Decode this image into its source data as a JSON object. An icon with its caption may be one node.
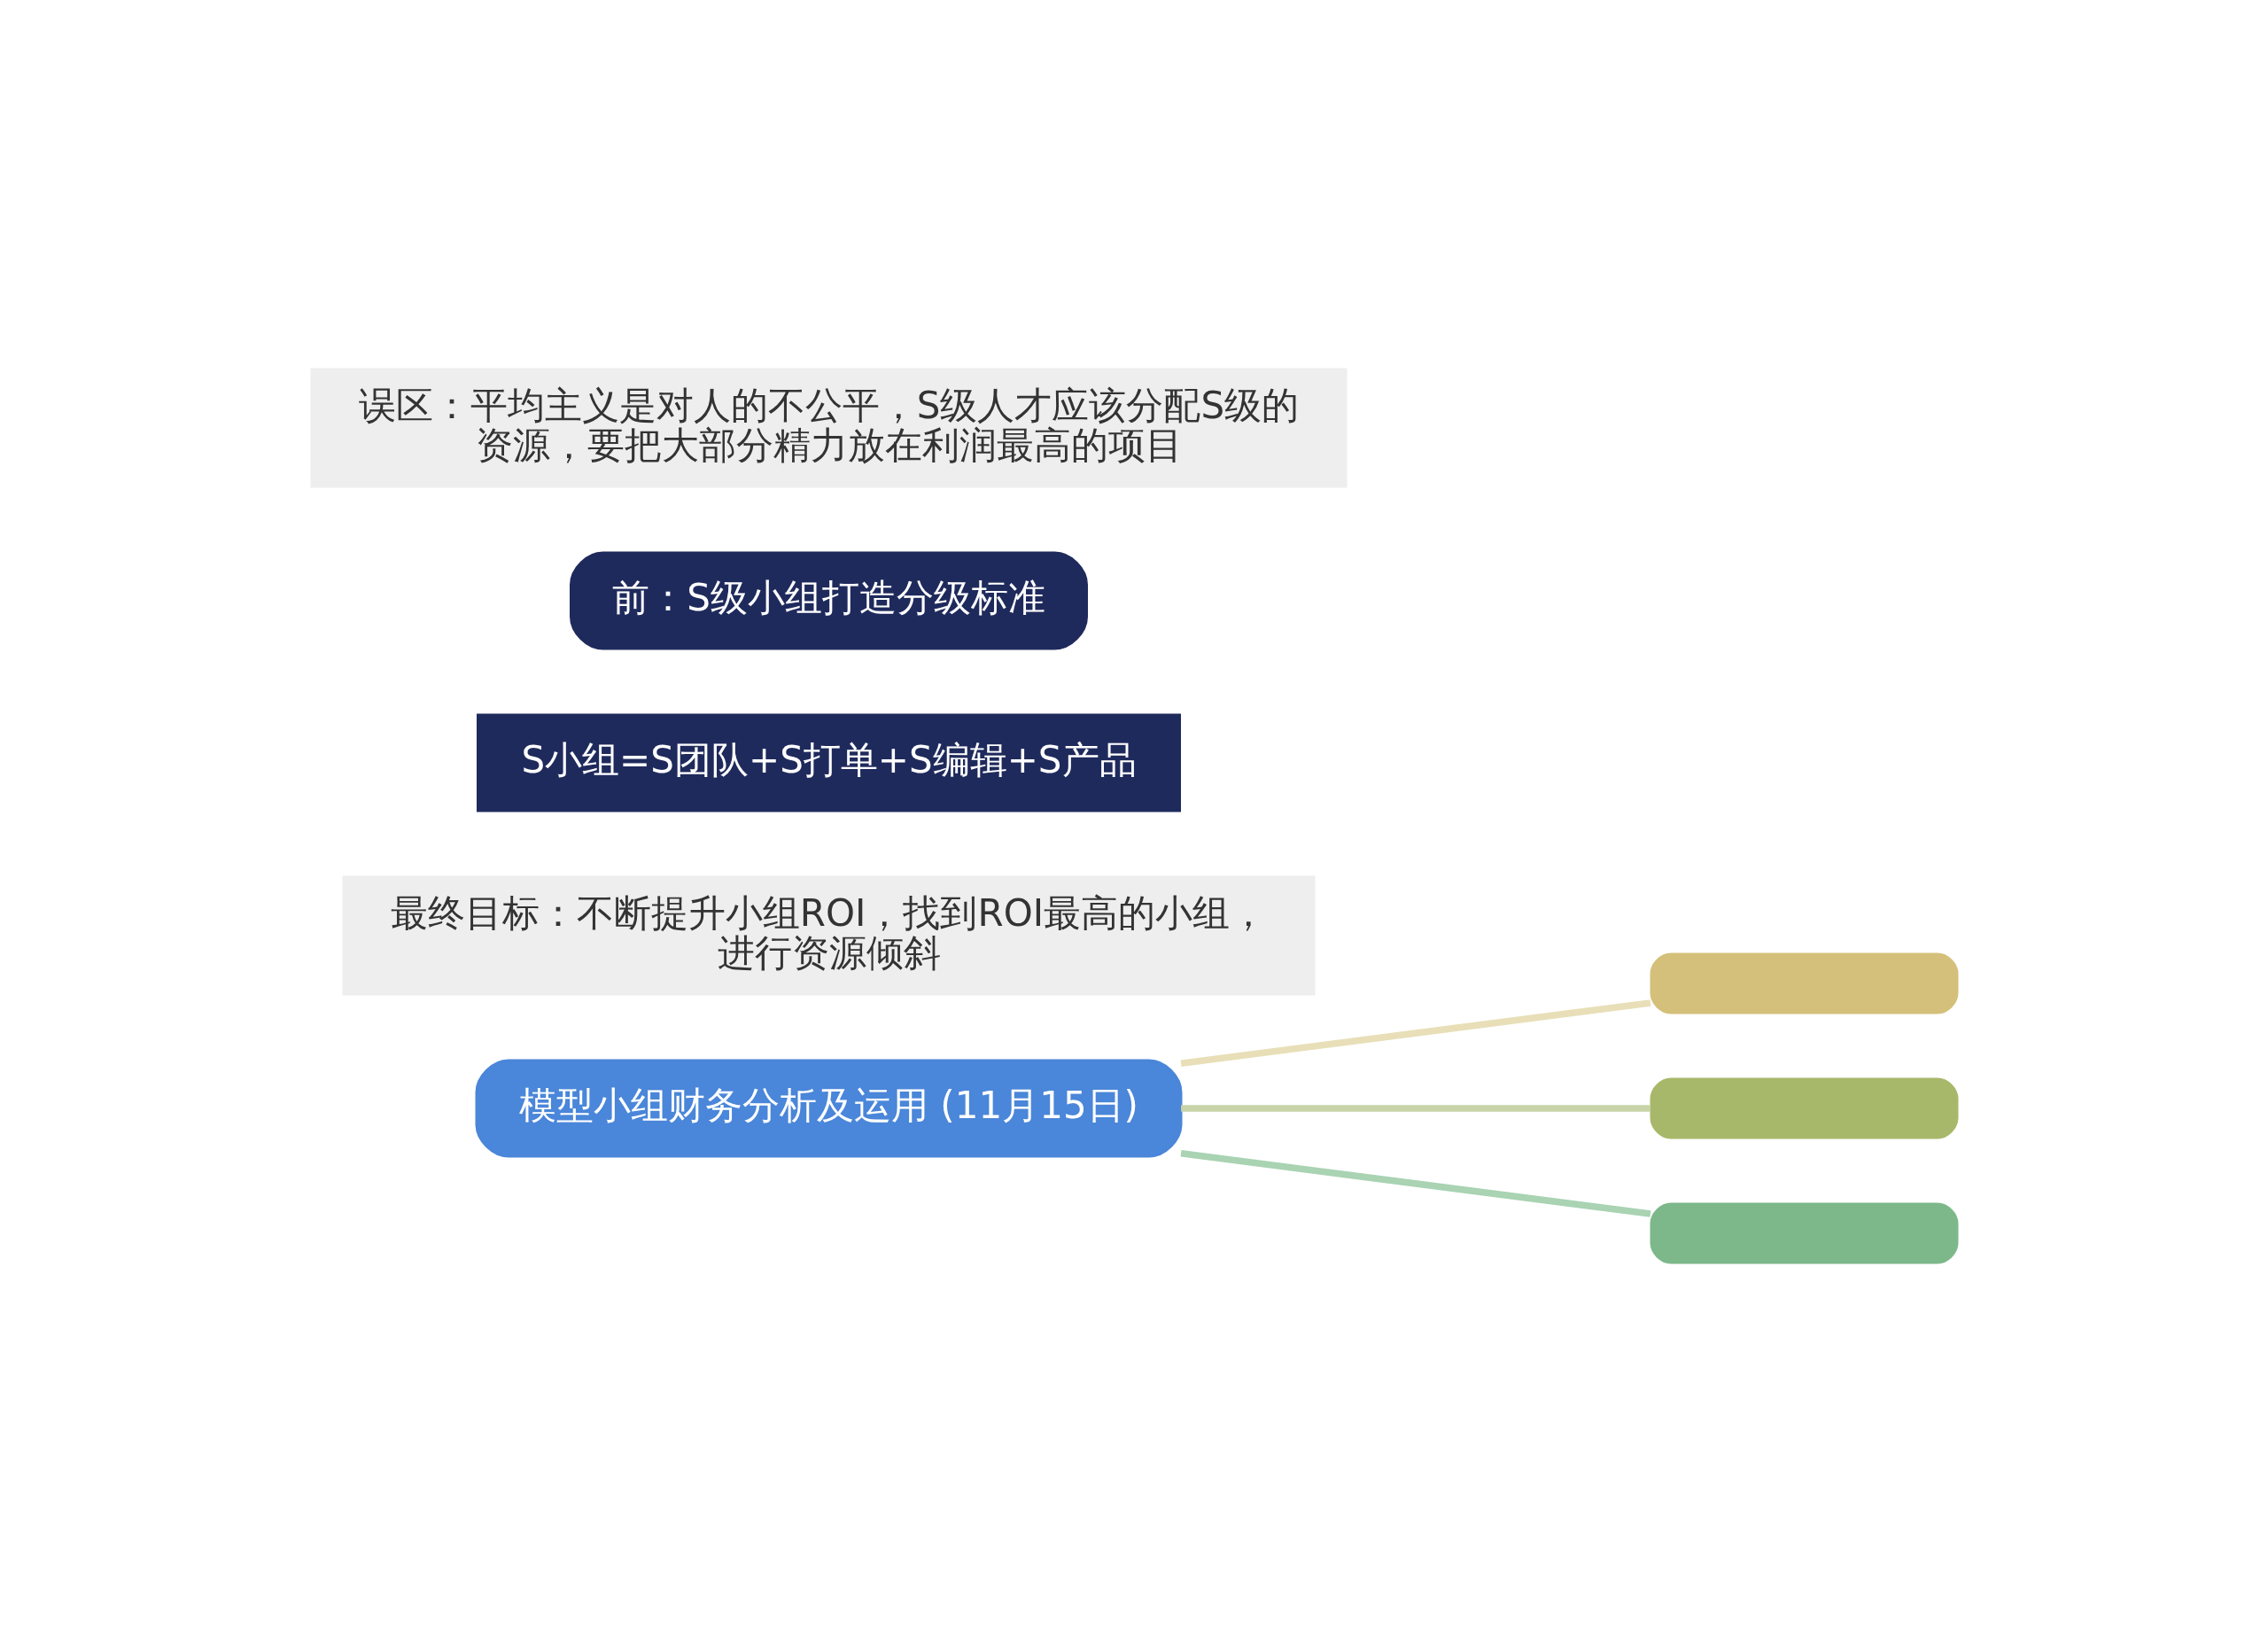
{
  "diagram": {
    "nodes": [
      {
        "text": [
          "模型小组财务分析及运用 (11月15日)"
        ]
      },
      {
        "text": [
          "最终目标：不断提升小组ROI，找到ROI最高的小组，进行资源倾斜"
        ]
      },
      {
        "text": [
          "S小组=S团队+S打单+S编辑+S产品"
        ]
      },
      {
        "text": [
          "前：S级小组打造分级标准"
        ]
      },
      {
        "text": [
          "误区：平均主义是对人的不公平，S级人才应该分配S级的资源，要把大部分精力放在利润最高的项目"
        ]
      },
      {
        "text": [],
        "shape": "box"
      },
      {
        "text": [],
        "shape": "box"
      },
      {
        "text": [],
        "shape": "box"
      }
    ],
    "edges": [
      {
        "from": 0,
        "to": 5,
        "arrow": "none",
        "color": "#e8dfb8"
      },
      {
        "from": 0,
        "to": 6,
        "arrow": "none",
        "color": "#c9d3a8"
      },
      {
        "from": 0,
        "to": 7,
        "arrow": "none",
        "color": "#a9d3b2"
      }
    ]
  }
}
